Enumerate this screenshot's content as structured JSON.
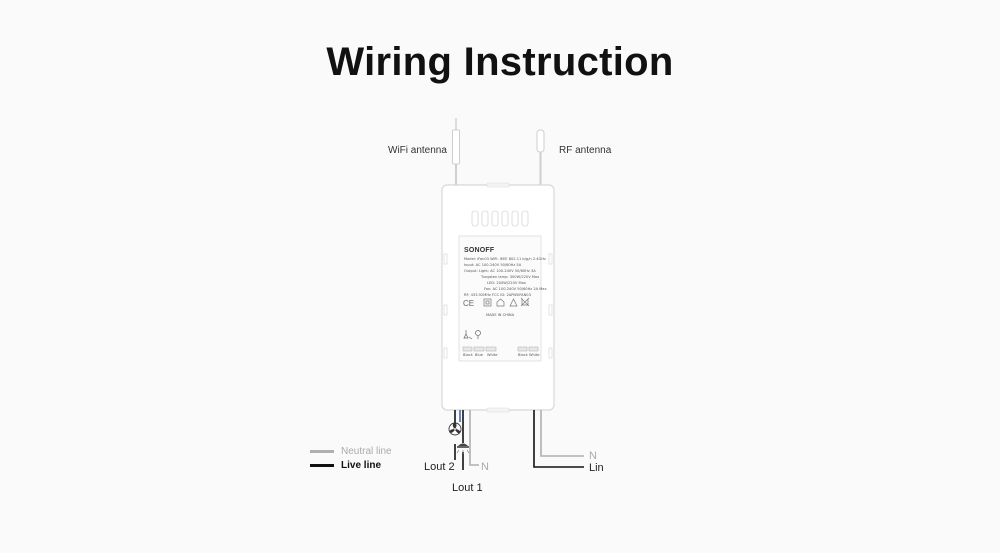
{
  "title": "Wiring Instruction",
  "antennas": {
    "wifi": "WiFi antenna",
    "rf": "RF antenna"
  },
  "device": {
    "brand": "SONOFF",
    "spec_lines": [
      "Model: iFan03    WiFi: IEEE 802.11 b/g/n 2.4GHz",
      "Input: AC 100-240V 50/60Hz 5A",
      "Output:  Light: AC 100-240V 50/60Hz 3A",
      "Tungsten lamp: 300W/220V Max",
      "LED: 200W/220V Max",
      "Fan: AC 100-240V 50/60Hz 2A Max",
      "RF: 433.92MHz                FCC ID: 2APN5IFAN03"
    ],
    "made_in": "MADE IN CHINA",
    "terminals_left": [
      "Black",
      "Blue",
      "White"
    ],
    "terminals_right": [
      "Black",
      "White"
    ]
  },
  "colors": {
    "live": "#111111",
    "neutral": "#b0b0b0",
    "fan_wire": "#3a6fb0",
    "device_outline": "#d8d8d8"
  },
  "legend": [
    {
      "label": "Neutral line",
      "color": "#b0b0b0"
    },
    {
      "label": "Live line",
      "color": "#111111"
    }
  ],
  "wire_labels": {
    "lout2": "Lout 2",
    "lout1": "Lout 1",
    "n_left": "N",
    "n_right": "N",
    "lin": "Lin"
  },
  "icons": [
    "fan-icon",
    "lamp-icon"
  ]
}
